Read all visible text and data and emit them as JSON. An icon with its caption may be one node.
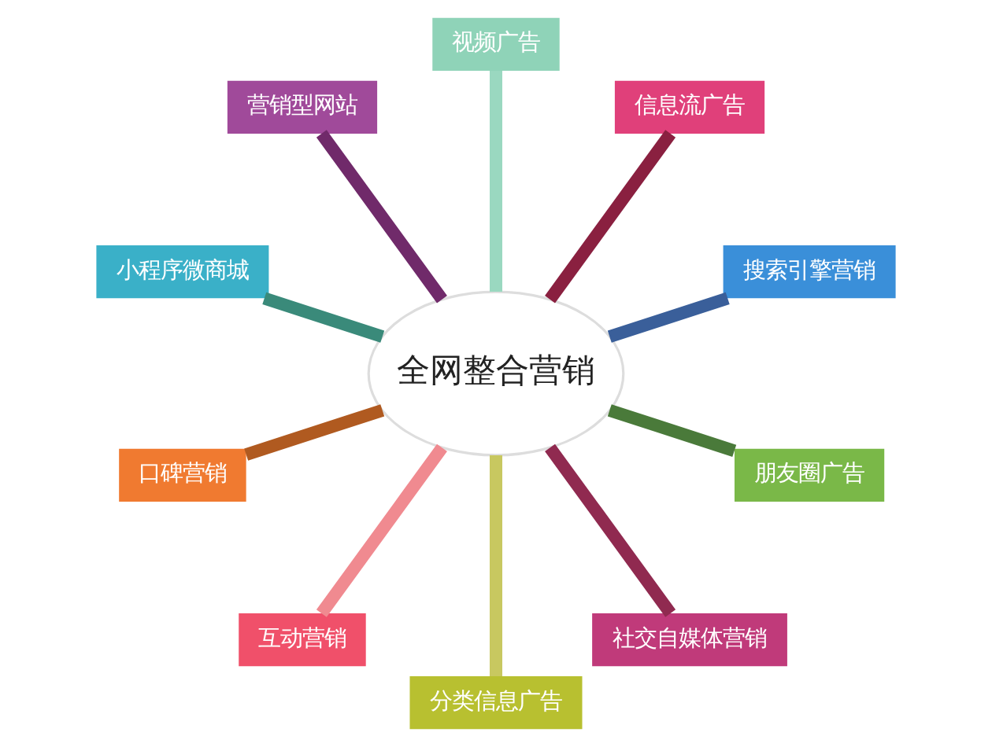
{
  "diagram": {
    "nodes": [
      {
        "text": [
          "全网整合营销"
        ]
      },
      {
        "text": [
          "搜索引擎营销"
        ]
      },
      {
        "text": [
          "信息流广告"
        ]
      },
      {
        "text": [
          "视频广告"
        ]
      },
      {
        "text": [
          "营销型网站"
        ]
      },
      {
        "text": [
          "小程序微商城"
        ]
      },
      {
        "text": [
          "口碑营销"
        ]
      },
      {
        "text": [
          "互动营销"
        ]
      },
      {
        "text": [
          "分类信息广告"
        ]
      },
      {
        "text": [
          "社交自媒体营销"
        ]
      },
      {
        "text": [
          "朋友圈广告"
        ]
      }
    ],
    "edges": [
      {
        "from": 0,
        "to": 1,
        "arrow": "none",
        "color": "#3a5f9a"
      },
      {
        "from": 0,
        "to": 2,
        "arrow": "none",
        "color": "#8a2040"
      },
      {
        "from": 0,
        "to": 3,
        "arrow": "none",
        "color": "#9ad8c0"
      },
      {
        "from": 0,
        "to": 4,
        "arrow": "none",
        "color": "#702a6a"
      },
      {
        "from": 0,
        "to": 5,
        "arrow": "none",
        "color": "#3a8a7a"
      },
      {
        "from": 0,
        "to": 6,
        "arrow": "none",
        "color": "#b05a20"
      },
      {
        "from": 0,
        "to": 7,
        "arrow": "none",
        "color": "#f08a90"
      },
      {
        "from": 0,
        "to": 8,
        "arrow": "none",
        "color": "#c8c860"
      },
      {
        "from": 0,
        "to": 9,
        "arrow": "none",
        "color": "#902a50"
      },
      {
        "from": 0,
        "to": 10,
        "arrow": "none",
        "color": "#4a7a3a"
      }
    ]
  }
}
